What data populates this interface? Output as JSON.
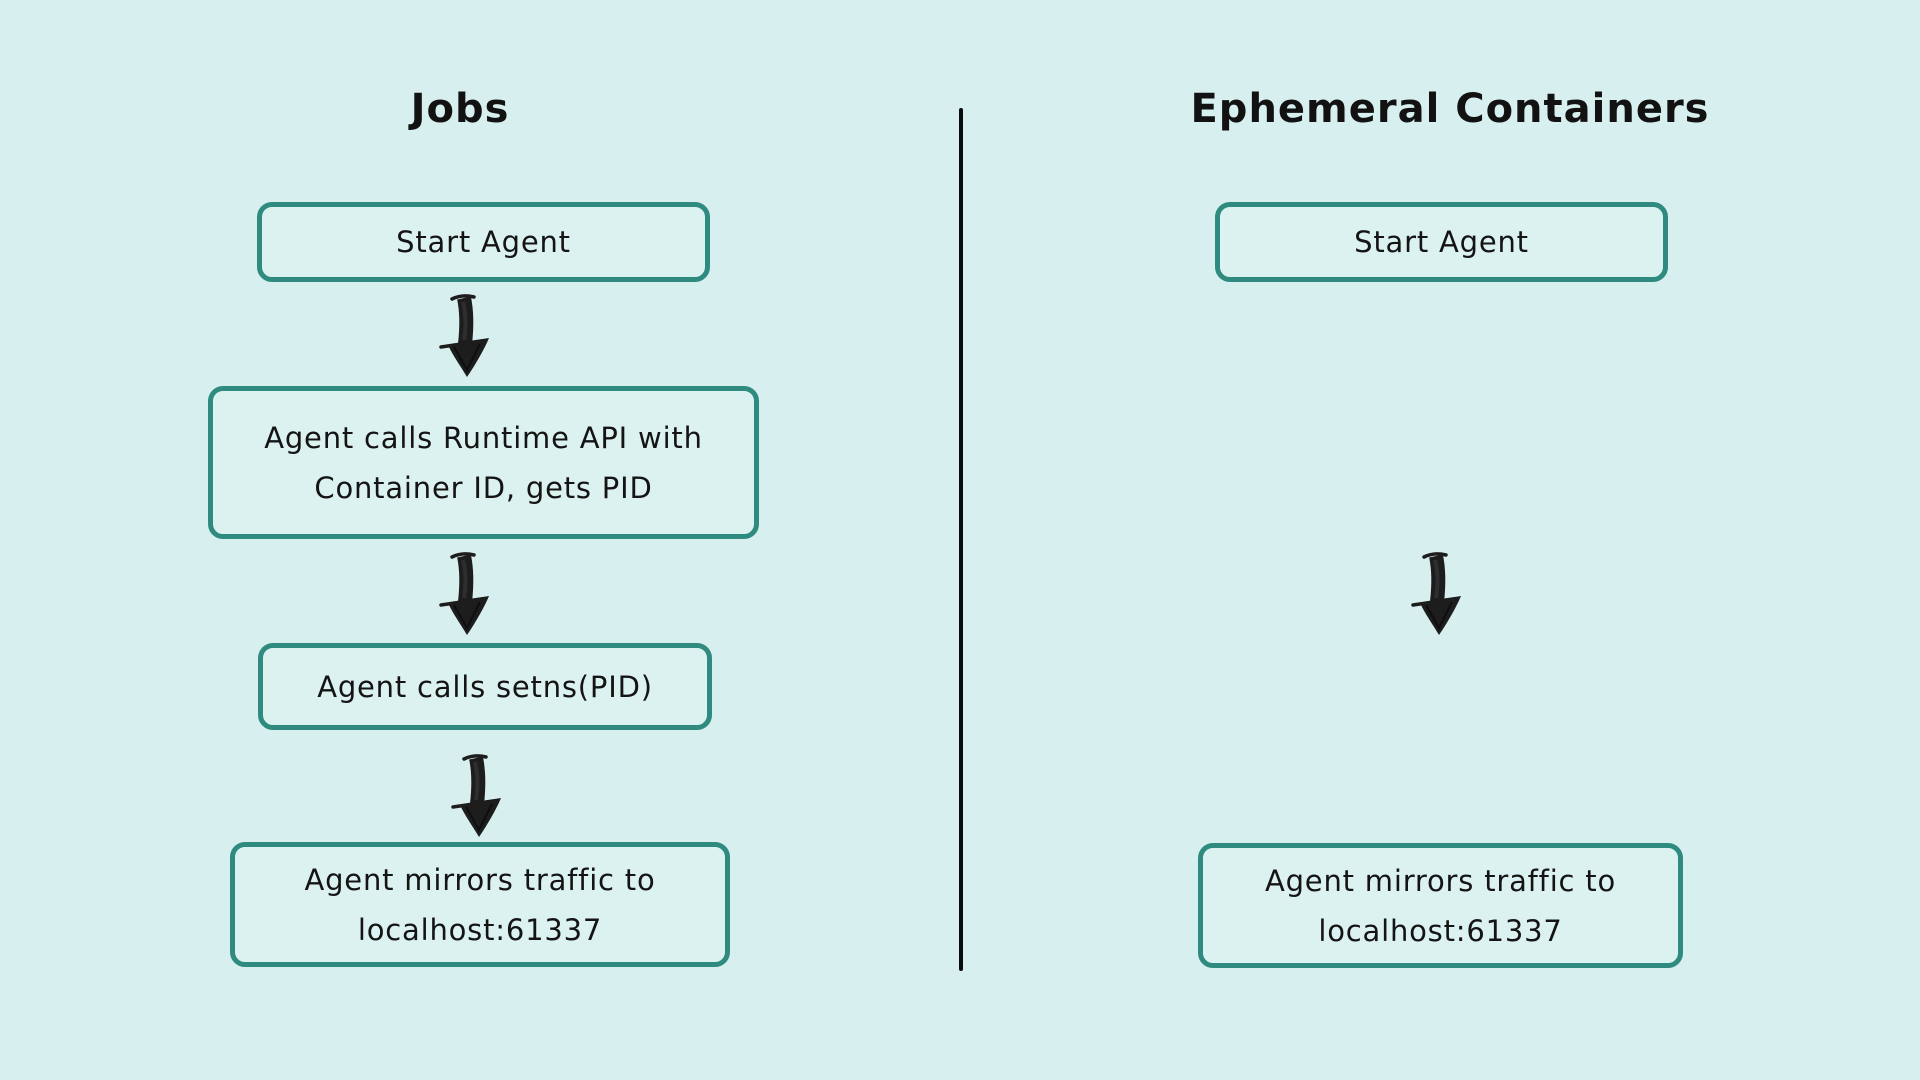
{
  "colors": {
    "background": "#d7efee",
    "box_border": "#2f8b80",
    "box_fill": "#dcf2f0",
    "text": "#141414",
    "divider": "#0c0c0c",
    "arrow": "#1d1d1d"
  },
  "icons": {
    "down_arrow": "↓"
  },
  "left_column": {
    "title": "Jobs",
    "nodes": [
      {
        "lines": [
          "Start Agent"
        ]
      },
      {
        "lines": [
          "Agent calls Runtime API with",
          "Container ID, gets PID"
        ]
      },
      {
        "lines": [
          "Agent calls setns(PID)"
        ]
      },
      {
        "lines": [
          "Agent mirrors traffic to",
          "localhost:61337"
        ]
      }
    ]
  },
  "right_column": {
    "title": "Ephemeral Containers",
    "nodes": [
      {
        "lines": [
          "Start Agent"
        ]
      },
      {
        "lines": [
          "Agent mirrors traffic to",
          "localhost:61337"
        ]
      }
    ]
  }
}
